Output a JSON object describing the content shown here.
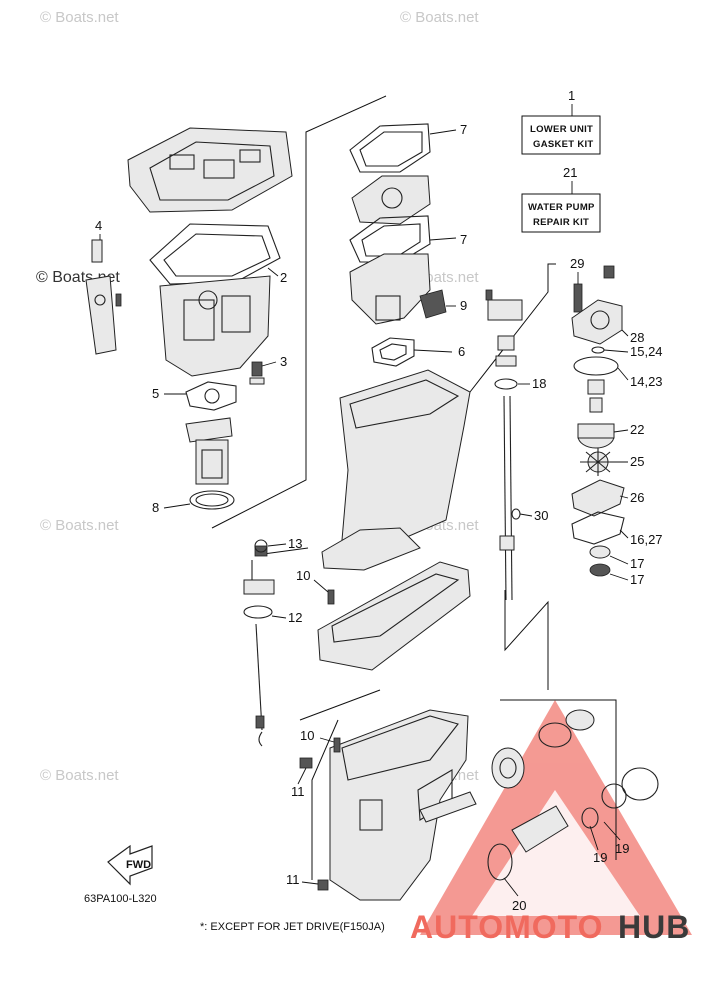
{
  "kit_labels": {
    "lower_unit": {
      "callout": "1",
      "line1": "LOWER UNIT",
      "line2": "GASKET KIT"
    },
    "water_pump": {
      "callout": "21",
      "line1": "WATER PUMP",
      "line2": "REPAIR KIT"
    }
  },
  "callouts": {
    "c2": "2",
    "c3": "3",
    "c4": "4",
    "c5": "5",
    "c6": "6",
    "c7a": "7",
    "c7b": "7",
    "c8": "8",
    "c9": "9",
    "c10a": "10",
    "c10b": "10",
    "c11a": "11",
    "c11b": "11",
    "c12": "12",
    "c13": "13",
    "c14": "14,23",
    "c15": "15,24",
    "c16": "16,27",
    "c17a": "17",
    "c17b": "17",
    "c18": "18",
    "c19a": "19",
    "c19b": "19",
    "c20": "20",
    "c22": "22",
    "c25": "25",
    "c26": "26",
    "c28": "28",
    "c29": "29",
    "c30": "30"
  },
  "watermarks": {
    "text": "© Boats.net",
    "prominent": "© Boats.net"
  },
  "fwd_label": "FWD",
  "diagram_code": "63PA100-L320",
  "footnote": "*: EXCEPT FOR JET DRIVE(F150JA)",
  "brand_logo": {
    "part1": "AUTOMOTO",
    "part2": "HUB",
    "accent": "#f06a5e",
    "dark": "#3a3a3a"
  }
}
